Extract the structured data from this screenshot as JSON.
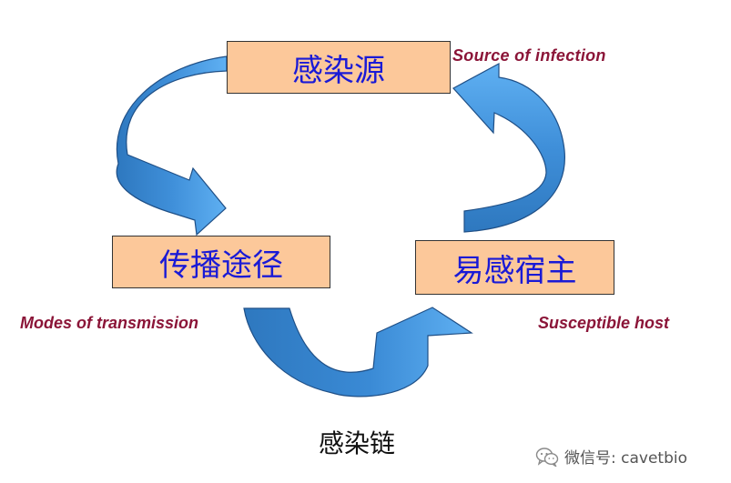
{
  "diagram": {
    "nodes": {
      "source": {
        "label": "感染源",
        "caption": "Source  of  infection"
      },
      "route": {
        "label": "传播途径",
        "caption": "Modes of transmission"
      },
      "host": {
        "label": "易感宿主",
        "caption": "Susceptible host"
      }
    },
    "title": "感染链",
    "arrows": [
      "source-to-route",
      "route-to-host",
      "host-to-source"
    ]
  },
  "watermark": {
    "text": "微信号: cavetbio",
    "icon": "wechat-icon"
  },
  "colors": {
    "node_fill": "#fcc89a",
    "node_text": "#1a1ad6",
    "caption_text": "#8b1538",
    "arrow_light": "#4ea3ec",
    "arrow_dark": "#2e78bf"
  }
}
